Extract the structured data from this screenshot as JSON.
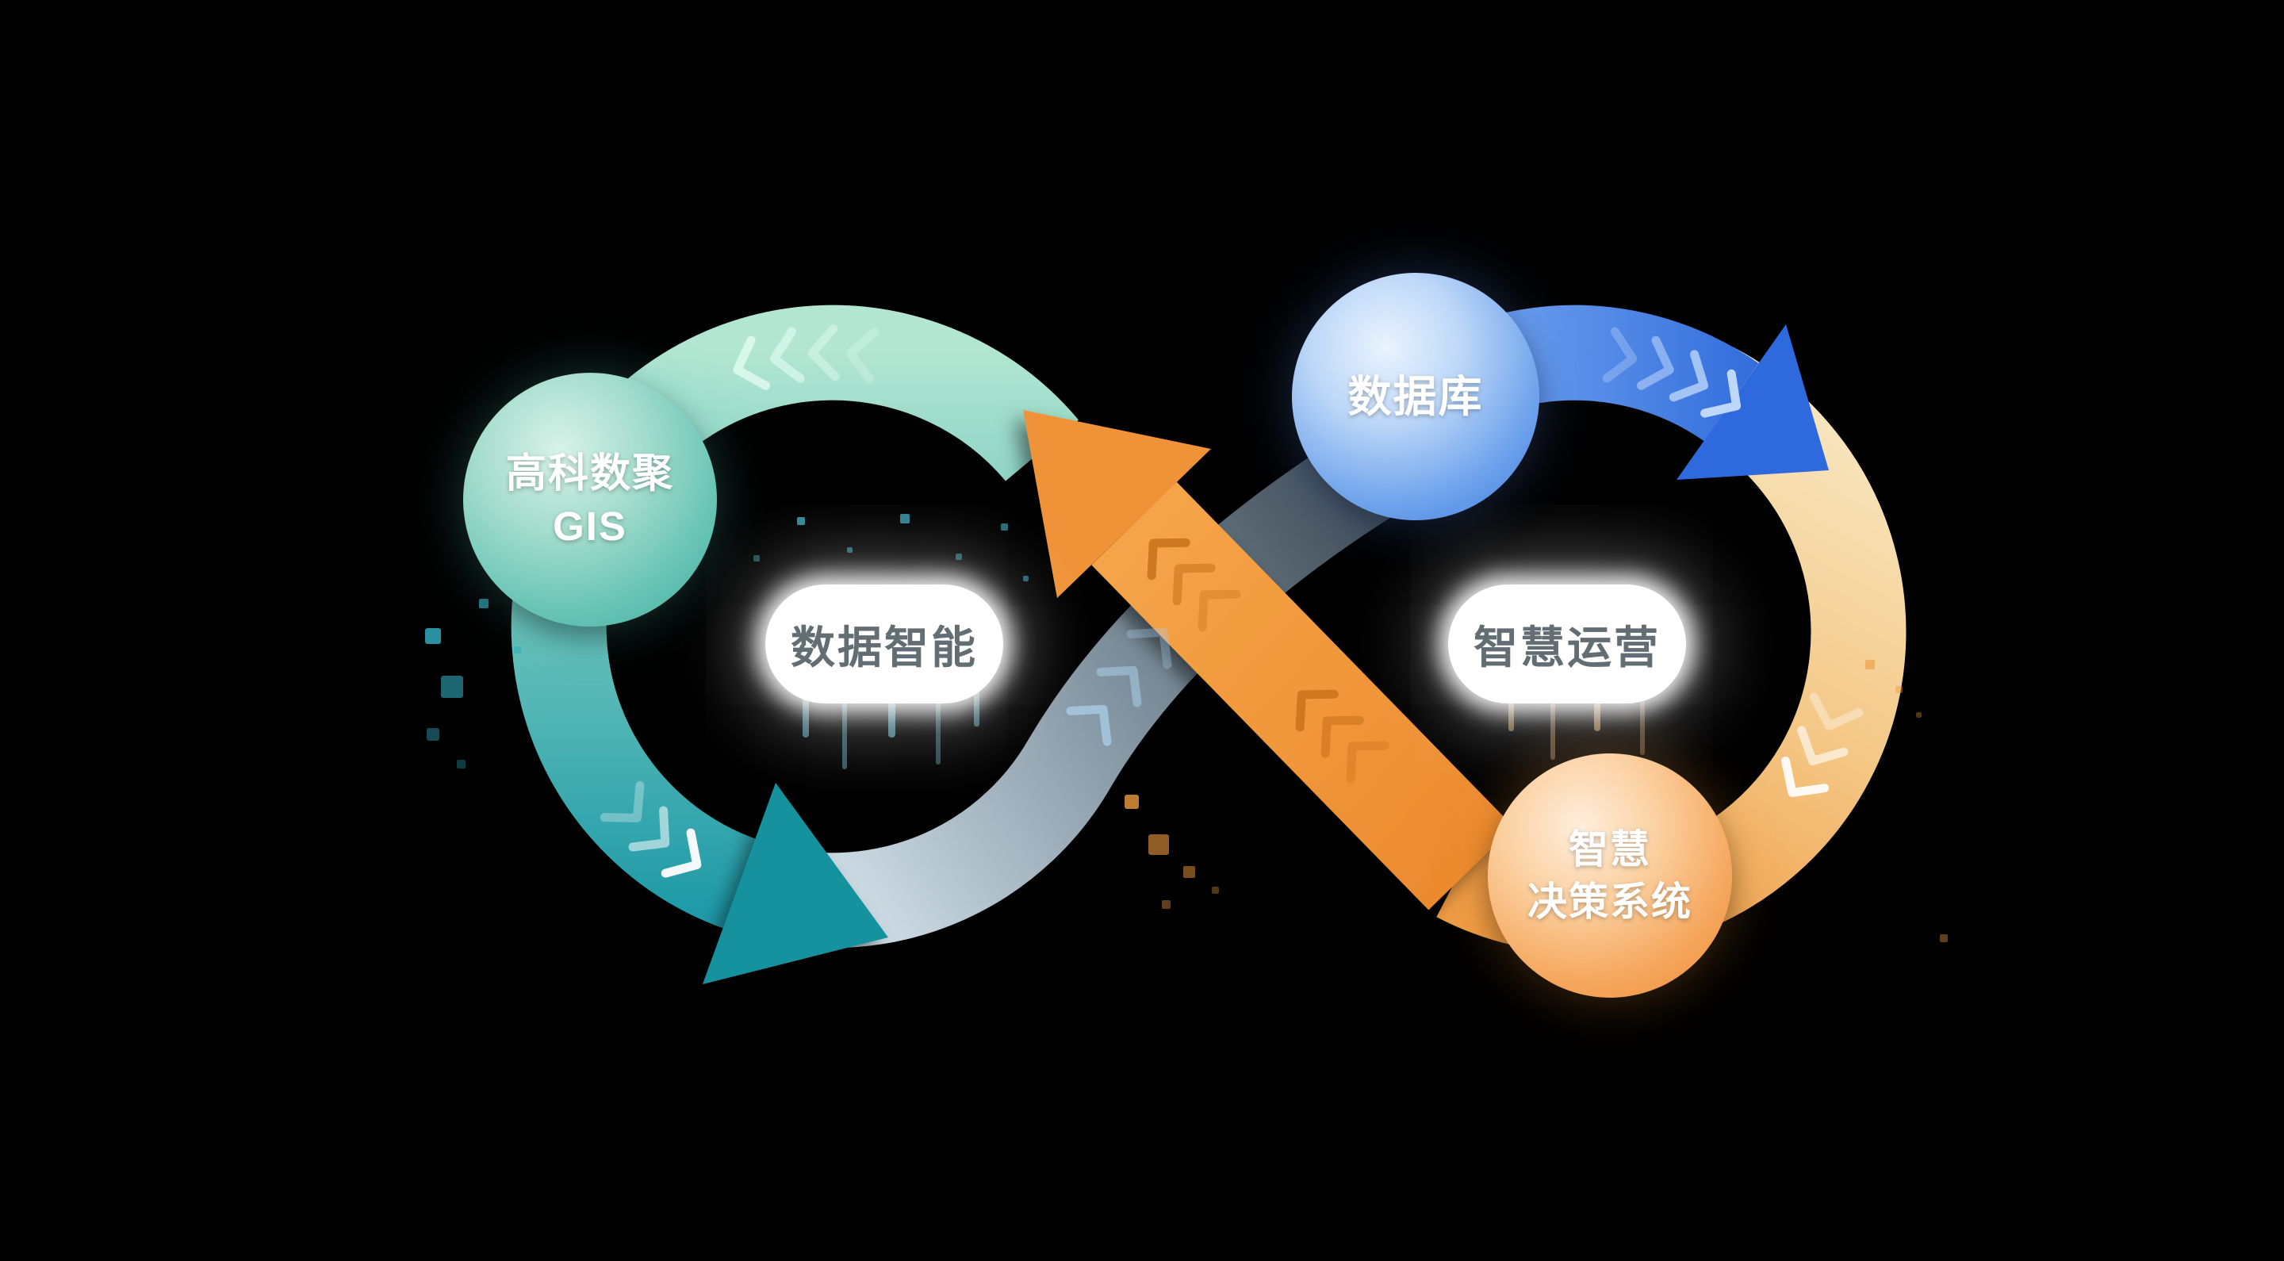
{
  "nodes": {
    "gis": {
      "line1": "高科数聚",
      "line2": "GIS"
    },
    "database": {
      "label": "数据库"
    },
    "decision": {
      "line1": "智慧",
      "line2": "决策系统"
    }
  },
  "loop_labels": {
    "left": "数据智能",
    "right": "智慧运营"
  },
  "colors": {
    "background": "#000000",
    "teal_dark": "#1E9AA8",
    "mint_light": "#B2E6D2",
    "blue": "#3C78DC",
    "blue_light": "#8AB9F7",
    "light_band": "#D8EBF7",
    "orange": "#F0923C",
    "tan_light": "#F8E6C0",
    "label_text": "#626E74"
  }
}
